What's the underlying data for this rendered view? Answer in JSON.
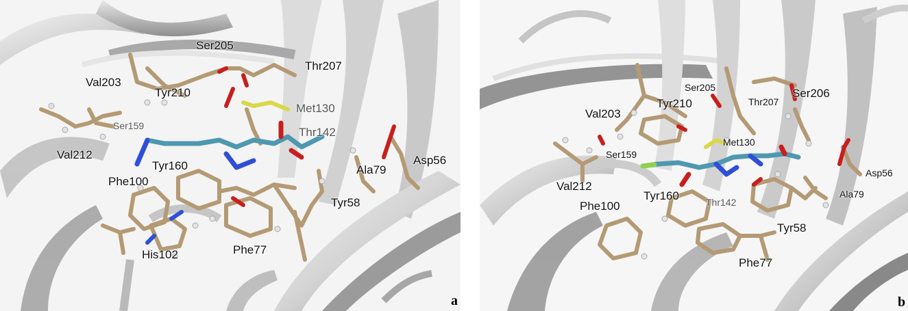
{
  "panels": [
    {
      "letter": "a",
      "labels": {
        "ser205": "Ser205",
        "thr207": "Thr207",
        "val203": "Val203",
        "tyr210": "Tyr210",
        "met130": "Met130",
        "ser159": "Ser159",
        "thr142": "Thr142",
        "val212": "Val212",
        "tyr160": "Tyr160",
        "phe100": "Phe100",
        "ala79": "Ala79",
        "asp56": "Asp56",
        "tyr58": "Tyr58",
        "his102": "His102",
        "phe77": "Phe77"
      }
    },
    {
      "letter": "b",
      "labels": {
        "ser205": "Ser205",
        "ser206": "Ser206",
        "thr207": "Thr207",
        "val203": "Val203",
        "tyr210": "Tyr210",
        "met130": "Met130",
        "ser159": "Ser159",
        "val212": "Val212",
        "phe100": "Phe100",
        "tyr160": "Tyr160",
        "thr142": "Thr142",
        "asp56": "Asp56",
        "ala79": "Ala79",
        "tyr58": "Tyr58",
        "phe77": "Phe77"
      }
    }
  ],
  "colors": {
    "ribbon_light": "#d9d9d9",
    "ribbon_mid": "#a9a9a9",
    "ribbon_dark": "#6e6e6e",
    "residue_carbon": "#b49a74",
    "oxygen": "#c81e1e",
    "nitrogen": "#2f4fd8",
    "sulfur": "#d8d84a",
    "ligand_carbon": "#4f98b0",
    "fluorine": "#8fd24a",
    "hydrogen": "#e4e4e4"
  }
}
